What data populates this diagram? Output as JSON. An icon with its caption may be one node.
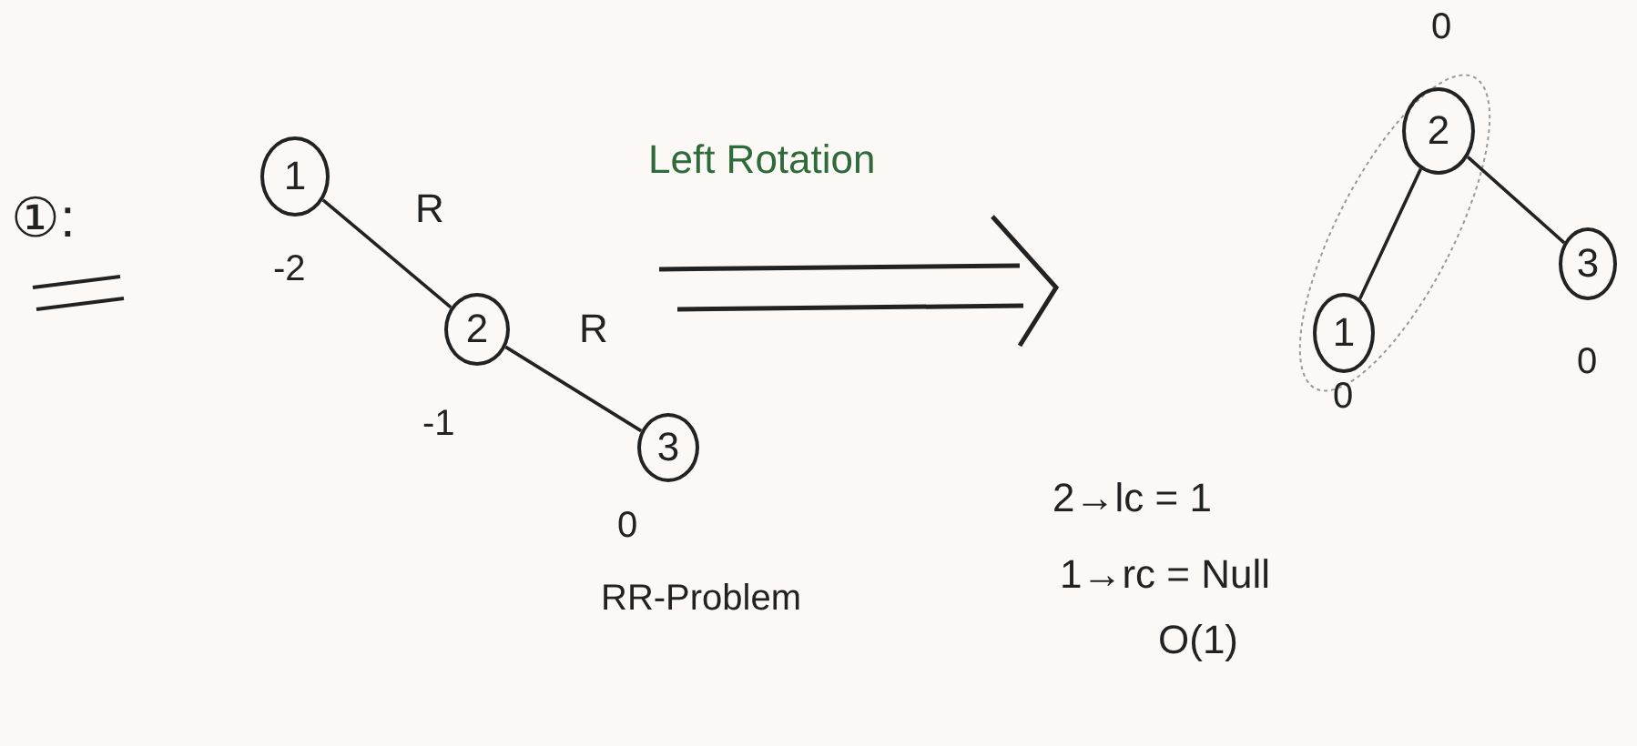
{
  "diagram": {
    "nodes": [
      {
        "text": [
          "1"
        ],
        "beside": [
          "-2"
        ]
      },
      {
        "text": [
          "2"
        ],
        "beside": [
          "-1"
        ]
      },
      {
        "text": [
          "3"
        ],
        "beside": [
          "0"
        ]
      },
      {
        "text": [
          "2"
        ],
        "beside": [
          "0"
        ]
      },
      {
        "text": [
          "1"
        ],
        "beside": [
          "0"
        ]
      },
      {
        "text": [
          "3"
        ],
        "beside": [
          "0"
        ]
      }
    ],
    "edges": [
      {
        "from": 0,
        "to": 1,
        "arrow": "none",
        "label": "R"
      },
      {
        "from": 1,
        "to": 2,
        "arrow": "none",
        "label": "R"
      },
      {
        "from": 3,
        "to": 4,
        "arrow": "none"
      },
      {
        "from": 3,
        "to": 5,
        "arrow": "none"
      }
    ],
    "labels": [
      "①:",
      "Left Rotation",
      "RR-Problem",
      "2→lc = 1",
      "1→rc = Null",
      "O(1)"
    ]
  }
}
